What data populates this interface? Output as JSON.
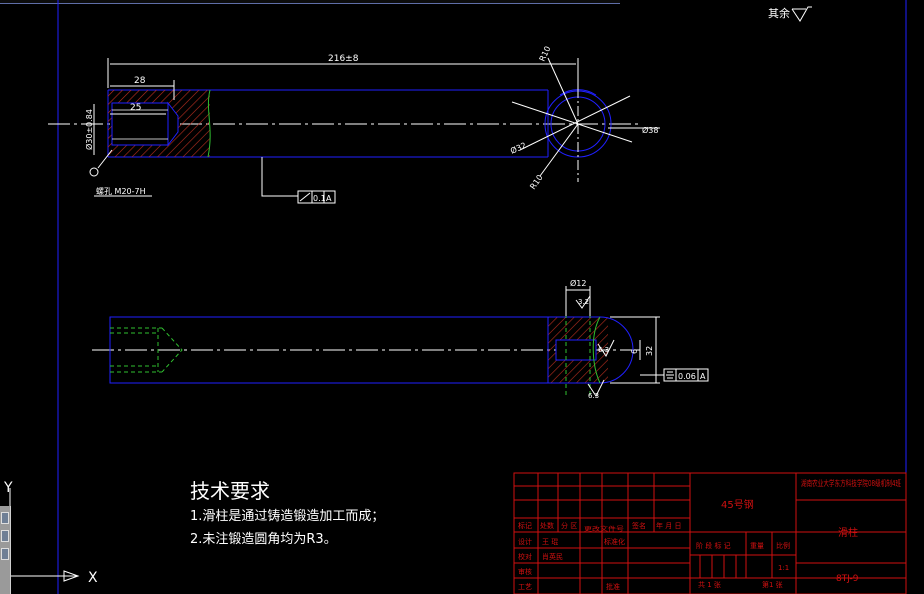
{
  "drawing": {
    "roughness_note": "其余",
    "dimensions": {
      "overall_length": "216±8",
      "bore_depth": "28",
      "thread_depth": "25",
      "outer_diameter": "Ø30±0.84",
      "sphere_radius": "R10",
      "head_radius": "R10",
      "diameter_32": "Ø32",
      "diameter_38": "Ø38",
      "thread_spec": "螺孔 M20-7H",
      "runout_value": "0.1",
      "runout_datum": "A",
      "slot_width": "Ø12",
      "slot_roughness": "3.2",
      "dim_32": "32",
      "dim_6": "6",
      "roughness_6_3": "6.3",
      "roughness_6_3b": "6.3",
      "symmetry_value": "0.06",
      "symmetry_datum": "A"
    },
    "axes": {
      "y_label": "Y",
      "x_label": "X"
    }
  },
  "tech_requirements": {
    "title": "技术要求",
    "items": [
      "1.滑柱是通过铸造锻造加工而成；",
      "2.未注锻造圆角均为R3。"
    ]
  },
  "title_block": {
    "material": "45号钢",
    "school": "湖南农业大学东方科技学院08级机制4班",
    "part_name": "滑柱",
    "drawing_no": "8TJ-9",
    "scale": "1:1",
    "sheet_total": "共 1 张",
    "sheet_no": "第1 张",
    "row_headers": [
      "标记",
      "处数",
      "分 区",
      "更改文件号",
      "签名",
      "年 月 日"
    ],
    "row_labels": [
      "设计",
      "审核",
      "工艺"
    ],
    "row2_label": "王 琨",
    "std_label": "标准化",
    "approve_label": "批准",
    "check_label": "校对",
    "check_name": "肖英民",
    "stage_label": "阶 段 标 记",
    "weight_label": "重量",
    "scale_label": "比例"
  }
}
